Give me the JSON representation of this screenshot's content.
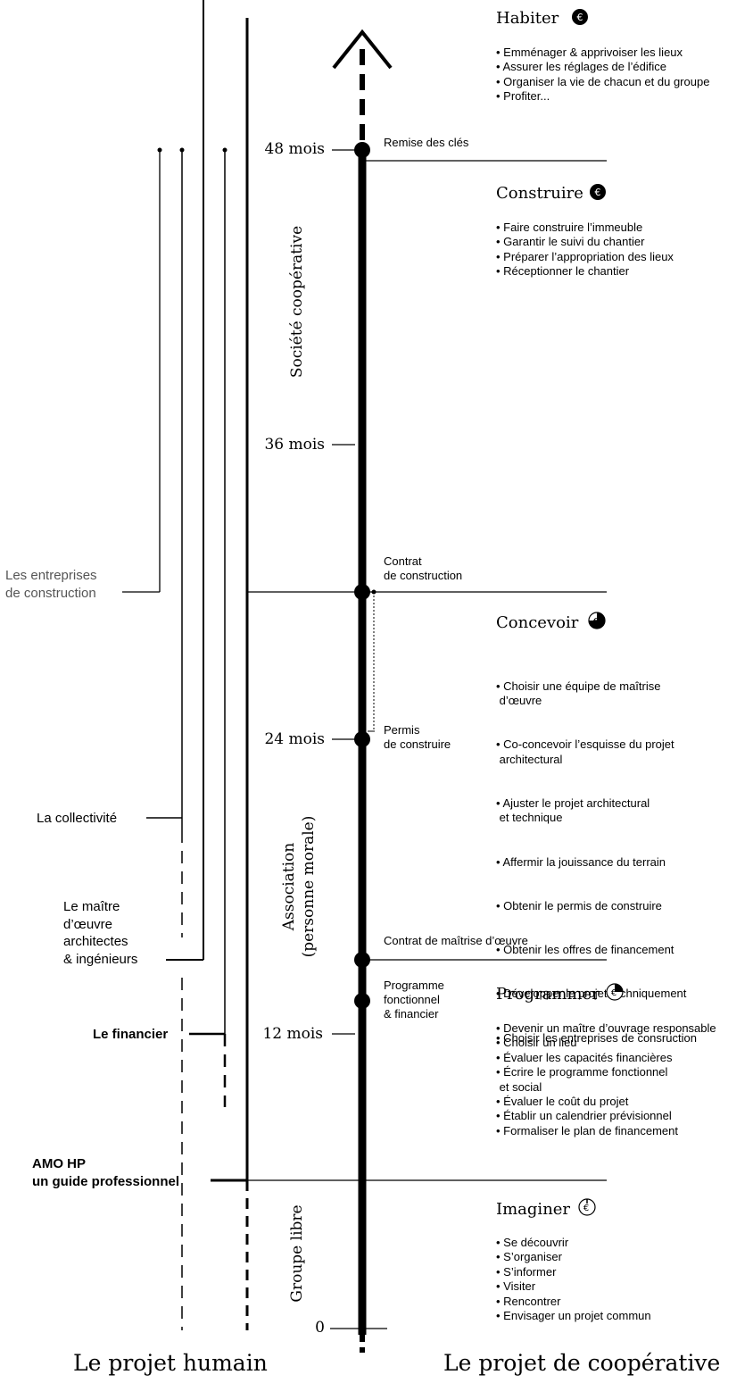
{
  "phases": [
    {
      "id": "habiter",
      "title": "Habiter",
      "icon": "euro-filled-icon",
      "items": [
        "Emménager & apprivoiser les lieux",
        "Assurer les réglages de l’édifice",
        "Organiser la vie de chacun et du groupe",
        "Profiter..."
      ]
    },
    {
      "id": "construire",
      "title": "Construire",
      "icon": "euro-filled-icon",
      "items": [
        "Faire construire l’immeuble",
        "Garantir le suivi du chantier",
        "Préparer l’appropriation des lieux",
        "Réceptionner le chantier"
      ]
    },
    {
      "id": "concevoir",
      "title": "Concevoir",
      "icon": "euro-three-quarter-icon",
      "items": [
        "Choisir une équipe de maîtrise\n d’œuvre",
        "Co-concevoir l’esquisse du projet\n architectural",
        "Ajuster le projet architectural\n et technique",
        "Affermir la jouissance du terrain",
        "Obtenir le permis de construire",
        "Obtenir les offres de financement",
        "Développer le projet techniquement",
        "Choisir les entreprises de consruction"
      ]
    },
    {
      "id": "programmer",
      "title": "Programmer",
      "icon": "euro-quarter-icon",
      "items": [
        "Devenir un maître d’ouvrage responsable",
        "Choisir un lieu",
        "Évaluer les capacités financières",
        "Écrire le programme fonctionnel\n et social",
        "Évaluer le coût du projet",
        "Établir un calendrier prévisionnel",
        "Formaliser le plan de financement"
      ]
    },
    {
      "id": "imaginer",
      "title": "Imaginer",
      "icon": "euro-outline-icon",
      "items": [
        "Se découvrir",
        "S’organiser",
        "S’informer",
        "Visiter",
        "Rencontrer",
        "Envisager un projet commun"
      ]
    }
  ],
  "months": [
    "48 mois",
    "36 mois",
    "24 mois",
    "12 mois",
    "0"
  ],
  "milestones": {
    "remise": "Remise des clés",
    "contrat_construction": "Contrat\nde construction",
    "permis": "Permis\nde construire",
    "contrat_moe": "Contrat de maîtrise d’œuvre",
    "programme": "Programme\nfonctionnel\n& financier"
  },
  "legal_forms": {
    "cooperative": "Société coopérative",
    "association": "Association\n(personne morale)",
    "groupe": "Groupe libre"
  },
  "actors": {
    "entreprises": "Les entreprises\nde construction",
    "collectivite": "La collectivité",
    "maitre_oeuvre": "Le maître\nd’œuvre\narchitectes\n& ingénieurs",
    "financier": "Le financier",
    "amo": "AMO HP\nun guide professionnel"
  },
  "footer": {
    "left": "Le projet humain",
    "right": "Le projet de coopérative"
  }
}
